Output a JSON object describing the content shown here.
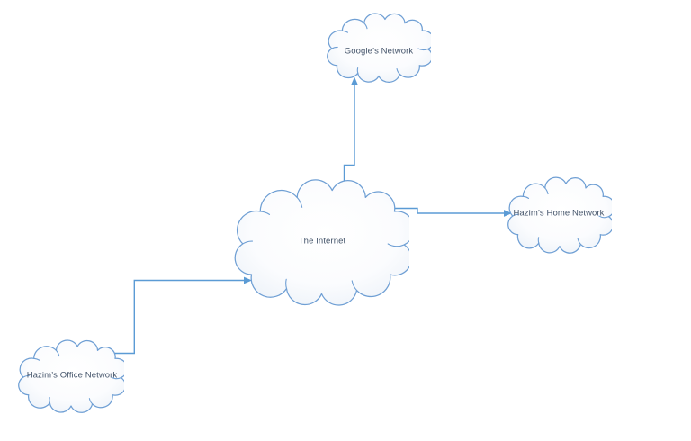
{
  "diagram": {
    "nodes": [
      {
        "id": "googles-network",
        "shape": "cloud",
        "label": "Google’s Network"
      },
      {
        "id": "the-internet",
        "shape": "cloud",
        "label": "The Internet"
      },
      {
        "id": "hazims-home-network",
        "shape": "cloud",
        "label": "Hazim’s Home Network"
      },
      {
        "id": "hazims-office-network",
        "shape": "cloud",
        "label": "Hazim’s Office Network"
      }
    ],
    "connectors": [
      {
        "id": "office-to-internet",
        "from": "hazims-office-network",
        "to": "the-internet",
        "arrow": "to"
      },
      {
        "id": "internet-to-google",
        "from": "the-internet",
        "to": "googles-network",
        "arrow": "to"
      },
      {
        "id": "internet-to-home",
        "from": "the-internet",
        "to": "hazims-home-network",
        "arrow": "to"
      }
    ],
    "colors": {
      "background": "#ffffff",
      "cloud_outline": "#6f9fd4",
      "cloud_fill_edge": "#ebf1f8",
      "connector": "#5b9bd5",
      "label_text": "#44546a"
    }
  }
}
